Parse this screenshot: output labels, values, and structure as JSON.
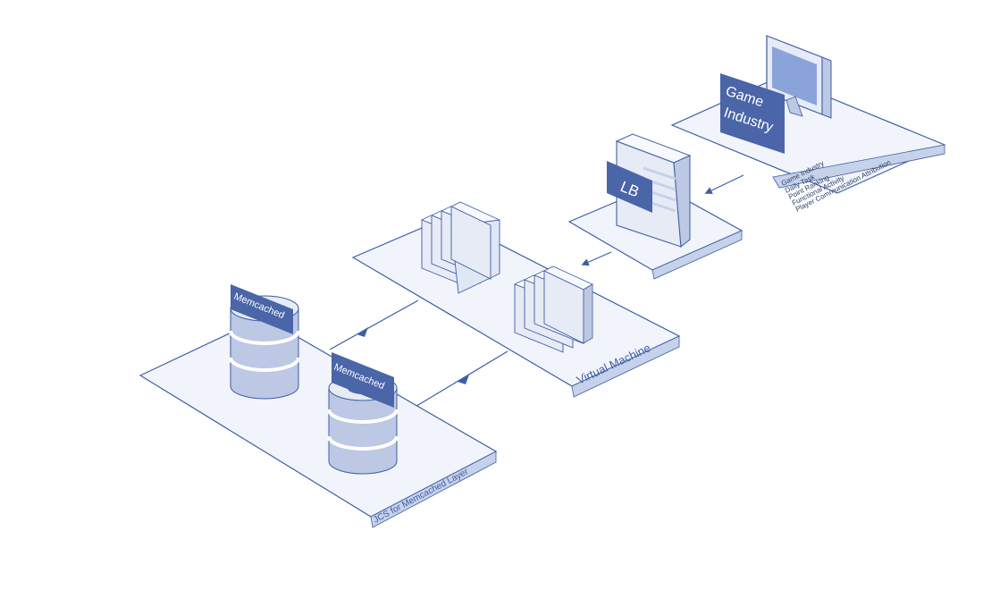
{
  "labels": {
    "game_industry_line1": "Game",
    "game_industry_line2": "Industry",
    "lb": "LB",
    "virtual_machine": "Virtual Machine",
    "memcached_layer": "JCS for Memcached Layer",
    "memcached_1": "Memcached",
    "memcached_2": "Memcached"
  },
  "game_features": [
    "Game Industry",
    "Daily Task",
    "Point Ranking",
    "Functional Activity",
    "Player Communication Attribution"
  ],
  "colors": {
    "line": "#3f5ea4",
    "platform": "#f1f4fb",
    "strip": "#c6d1ea",
    "label_bg": "#4a65a8",
    "screen": "#8aa3d9",
    "device_face": "#e6ebf6",
    "device_side": "#bcc8e4",
    "device_top": "#f7f9fd"
  }
}
